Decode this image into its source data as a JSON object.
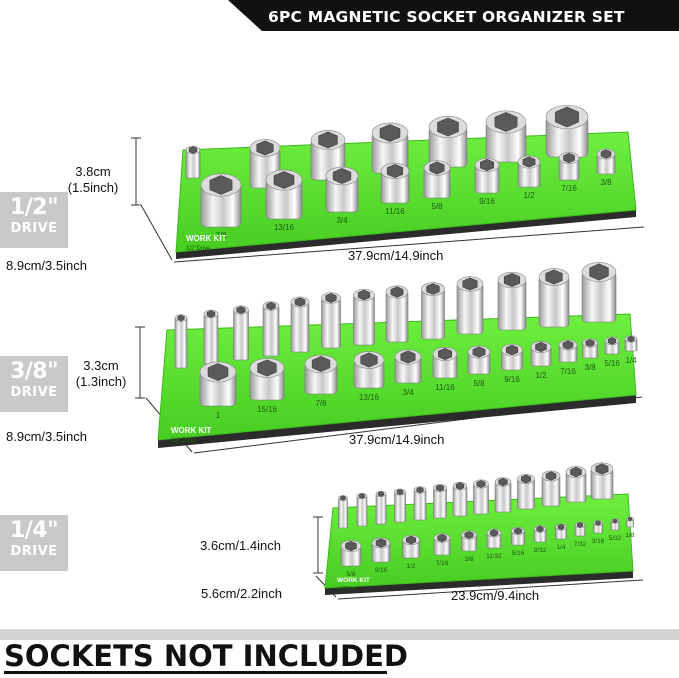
{
  "title": "6PC MAGNETIC SOCKET ORGANIZER SET",
  "footer": "SOCKETS NOT INCLUDED",
  "brand": "WORK KIT",
  "colors": {
    "rail_green": "#5be033",
    "rail_green_dark": "#3db81c",
    "rail_base": "#2b2b2b",
    "banner": "#111111",
    "tab_gray": "#c9c9c9",
    "chrome_light": "#f2f2f2",
    "chrome_dark": "#8a8a8a"
  },
  "sections": [
    {
      "drive_size": "1/2\"",
      "drive_word": "DRIVE",
      "rail_label": "1/2\"Drive",
      "height_cm": "3.8cm",
      "height_in": "(1.5inch)",
      "depth": "8.9cm/3.5inch",
      "length": "37.9cm/14.9inch",
      "labels": [
        "7/8",
        "13/16",
        "3/4",
        "11/16",
        "5/8",
        "9/16",
        "1/2",
        "7/16",
        "3/8"
      ]
    },
    {
      "drive_size": "3/8\"",
      "drive_word": "DRIVE",
      "rail_label": "3/8\"Drive",
      "height_cm": "3.3cm",
      "height_in": "(1.3inch)",
      "depth": "8.9cm/3.5inch",
      "length": "37.9cm/14.9inch",
      "labels": [
        "1",
        "15/16",
        "7/8",
        "13/16",
        "3/4",
        "11/16",
        "5/8",
        "9/16",
        "1/2",
        "7/16",
        "3/8",
        "5/16",
        "1/4"
      ]
    },
    {
      "drive_size": "1/4\"",
      "drive_word": "DRIVE",
      "rail_label": "1/4\"Drive",
      "height": "3.6cm/1.4inch",
      "depth": "5.6cm/2.2inch",
      "length": "23.9cm/9.4inch",
      "labels": [
        "5/8",
        "9/16",
        "1/2",
        "7/16",
        "3/8",
        "11/32",
        "5/16",
        "9/32",
        "1/4",
        "7/32",
        "3/16",
        "5/32",
        "1/8"
      ]
    }
  ]
}
